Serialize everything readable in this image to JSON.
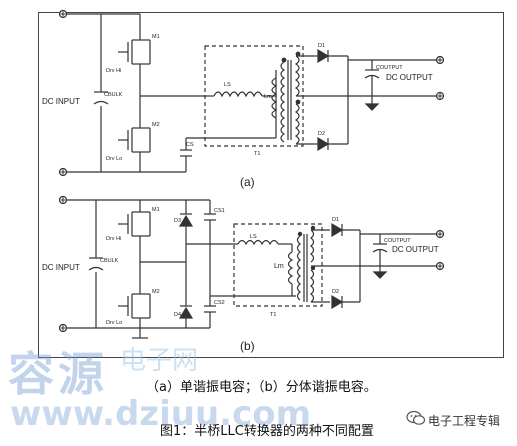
{
  "circuit_a": {
    "input_label": "DC INPUT",
    "output_label": "DC OUTPUT",
    "cbulk": "CBULK",
    "m1": "M1",
    "m2": "M2",
    "drv_hi": "Drv Hi",
    "drv_lo": "Drv Lo",
    "cs": "CS",
    "ls": "LS",
    "lm": "Lm",
    "t1": "T1",
    "d1": "D1",
    "d2": "D2",
    "coutput": "COUTPUT",
    "panel": "(a)"
  },
  "circuit_b": {
    "input_label": "DC INPUT",
    "output_label": "DC OUTPUT",
    "cbulk": "CBULK",
    "m1": "M1",
    "m2": "M2",
    "drv_hi": "Drv Hi",
    "drv_lo": "Drv Lo",
    "d3": "D3",
    "d4": "D4",
    "cs1": "CS1",
    "cs2": "CS2",
    "ls": "LS",
    "lm": "Lm",
    "t1": "T1",
    "d1": "D1",
    "d2": "D2",
    "coutput": "COUTPUT",
    "panel": "(b)"
  },
  "caption_line1": "（a）单谐振电容；（b）分体谐振电容。",
  "caption_line2": "图1：半桥LLC转换器的两种不同配置",
  "watermark": {
    "big": "容源",
    "sub": "电子网",
    "url": "www.dziuu.com"
  },
  "wechat_label": "电子工程专辑"
}
